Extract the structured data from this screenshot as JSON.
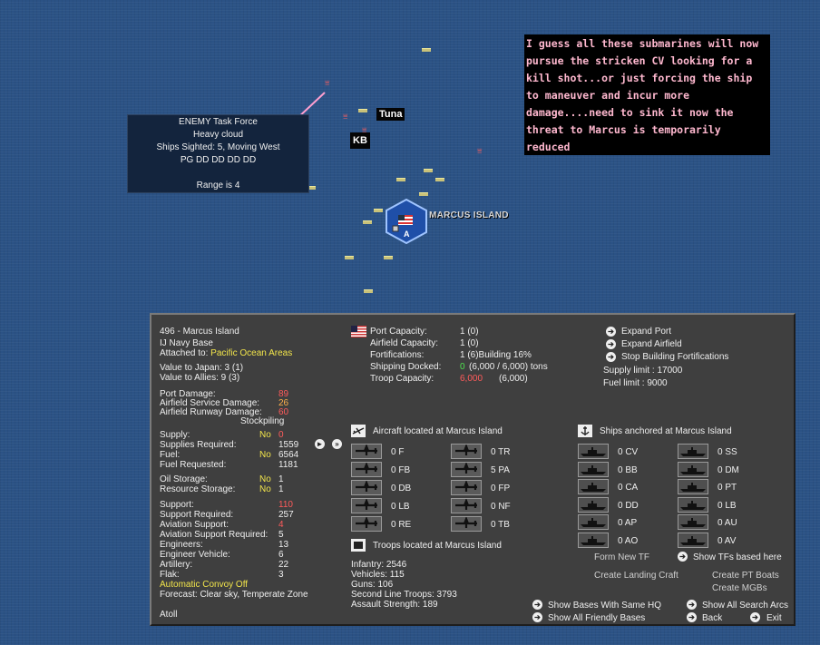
{
  "map": {
    "tf_tooltip": {
      "line1": "ENEMY Task Force",
      "line2": "Heavy cloud",
      "line3": "Ships Sighted: 5, Moving West",
      "line4": "PG DD DD DD DD",
      "line5": "Range is 4"
    },
    "labels": {
      "tuna": "Tuna",
      "kb": "KB",
      "base_name": "MARCUS ISLAND",
      "hex_letter": "A"
    },
    "note": "I guess all these submarines will now pursue the stricken CV looking for a kill shot...or just forcing the ship to maneuver and incur more damage....need to sink it now the threat to Marcus is temporarily reduced"
  },
  "panel": {
    "base_title": "496 - Marcus Island",
    "base_type": "IJ Navy Base",
    "attached_label": "Attached to:",
    "attached_value": "Pacific Ocean Areas",
    "value_japan": "Value to Japan: 3 (1)",
    "value_allies": "Value to Allies: 9 (3)",
    "damage": [
      {
        "label": "Port Damage:",
        "value": "89"
      },
      {
        "label": "Airfield Service Damage:",
        "value": "26"
      },
      {
        "label": "Airfield Runway Damage:",
        "value": "60"
      }
    ],
    "stockpiling": "Stockpiling",
    "supply": {
      "label": "Supply:",
      "flag": "No",
      "value": "0"
    },
    "supplies_required": {
      "label": "Supplies Required:",
      "value": "1559"
    },
    "fuel": {
      "label": "Fuel:",
      "flag": "No",
      "value": "6564"
    },
    "fuel_requested": {
      "label": "Fuel Requested:",
      "value": "1181"
    },
    "oil_storage": {
      "label": "Oil Storage:",
      "flag": "No",
      "value": "1"
    },
    "resource_storage": {
      "label": "Resource Storage:",
      "flag": "No",
      "value": "1"
    },
    "support_stats": [
      {
        "label": "Support:",
        "value": "110",
        "color": "red"
      },
      {
        "label": "Support Required:",
        "value": "257",
        "color": "white"
      },
      {
        "label": "Aviation Support:",
        "value": "4",
        "color": "red"
      },
      {
        "label": "Aviation Support Required:",
        "value": "5",
        "color": "white"
      },
      {
        "label": "Engineers:",
        "value": "13",
        "color": "white"
      },
      {
        "label": "Engineer Vehicle:",
        "value": "6",
        "color": "white"
      },
      {
        "label": "Artillery:",
        "value": "22",
        "color": "white"
      },
      {
        "label": "Flak:",
        "value": "3",
        "color": "white"
      }
    ],
    "convoy": "Automatic Convoy Off",
    "forecast": "Forecast: Clear sky, Temperate Zone",
    "terrain": "Atoll",
    "capacity": [
      {
        "label": "Port Capacity:",
        "value": "1 (0)"
      },
      {
        "label": "Airfield Capacity:",
        "value": "1 (0)"
      },
      {
        "label": "Fortifications:",
        "value": "1 (6)Building 16%"
      }
    ],
    "shipping_docked": {
      "label": "Shipping Docked:",
      "value": "0",
      "rest": "(6,000 / 6,000) tons"
    },
    "troop_capacity": {
      "label": "Troop Capacity:",
      "value": "6,000",
      "rest": "(6,000)"
    },
    "actions": [
      "Expand Port",
      "Expand Airfield",
      "Stop Building Fortifications"
    ],
    "supply_limit": "Supply limit : 17000",
    "fuel_limit": "Fuel limit : 9000",
    "aircraft_header": "Aircraft located at Marcus Island",
    "aircraft": [
      {
        "count": "0",
        "type": "F"
      },
      {
        "count": "0",
        "type": "TR"
      },
      {
        "count": "0",
        "type": "FB"
      },
      {
        "count": "5",
        "type": "PA"
      },
      {
        "count": "0",
        "type": "DB"
      },
      {
        "count": "0",
        "type": "FP"
      },
      {
        "count": "0",
        "type": "LB"
      },
      {
        "count": "0",
        "type": "NF"
      },
      {
        "count": "0",
        "type": "RE"
      },
      {
        "count": "0",
        "type": "TB"
      }
    ],
    "ships_header": "Ships anchored at Marcus Island",
    "ships": [
      {
        "count": "0",
        "type": "CV"
      },
      {
        "count": "0",
        "type": "SS"
      },
      {
        "count": "0",
        "type": "BB"
      },
      {
        "count": "0",
        "type": "DM"
      },
      {
        "count": "0",
        "type": "CA"
      },
      {
        "count": "0",
        "type": "PT"
      },
      {
        "count": "0",
        "type": "DD"
      },
      {
        "count": "0",
        "type": "LB"
      },
      {
        "count": "0",
        "type": "AP"
      },
      {
        "count": "0",
        "type": "AU"
      },
      {
        "count": "0",
        "type": "AO"
      },
      {
        "count": "0",
        "type": "AV"
      }
    ],
    "troops_header": "Troops located at Marcus Island",
    "troops": [
      "Infantry: 2546",
      "Vehicles: 115",
      "Guns: 106",
      "Second Line Troops: 3793",
      "Assault Strength: 189"
    ],
    "form_new_tf": "Form New TF",
    "show_tfs": "Show TFs based here",
    "create_landing_craft": "Create Landing Craft",
    "create_pt_boats": "Create PT Boats",
    "create_mgbs": "Create MGBs",
    "show_bases_same_hq": "Show Bases With Same HQ",
    "show_all_search_arcs": "Show All Search Arcs",
    "show_all_friendly_bases": "Show All Friendly Bases",
    "back": "Back",
    "exit": "Exit"
  },
  "colors": {
    "ocean": "#2b5285",
    "panel": "#3f3f3f",
    "yellow": "#f2e54b",
    "red": "#ff5b5b",
    "green": "#4fe24f",
    "note_text": "#ffb8cf"
  }
}
